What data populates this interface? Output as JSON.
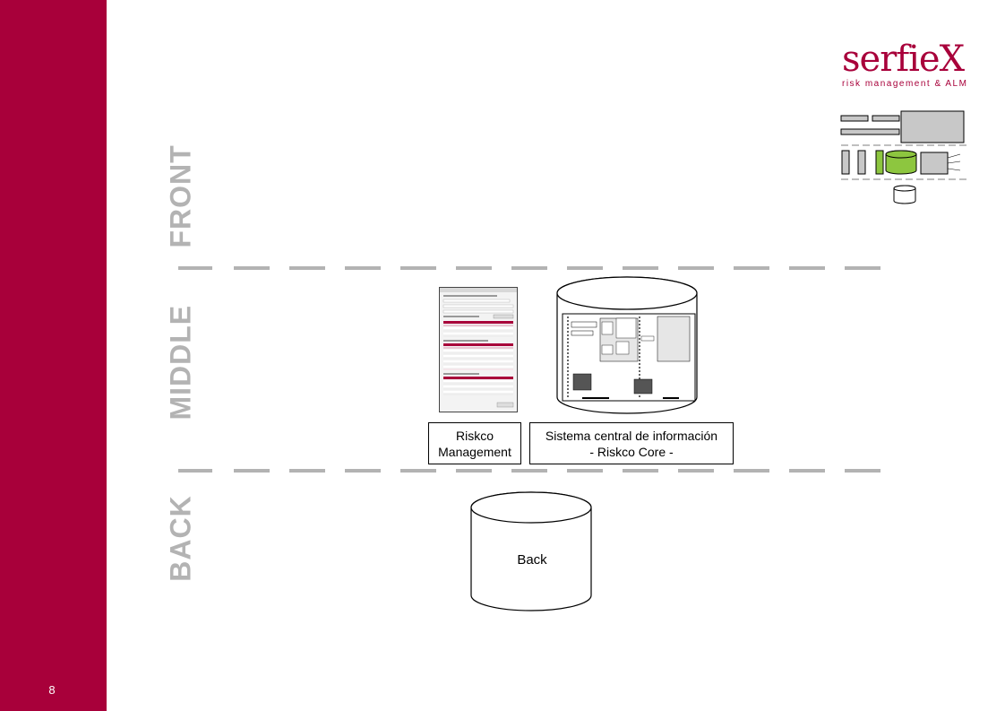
{
  "page": {
    "number": "8"
  },
  "brand": {
    "name": "serfieX",
    "tagline": "risk management & ALM",
    "color": "#a8003a"
  },
  "layers": {
    "front": "FRONT",
    "middle": "MIDDLE",
    "back": "BACK"
  },
  "components": {
    "riskco_management": {
      "line1": "Riskco",
      "line2": "Management"
    },
    "central_system": {
      "line1": "Sistema central de información",
      "line2": "- Riskco Core -"
    },
    "back_db": {
      "label": "Back"
    }
  },
  "colors": {
    "sidebar": "#a8003a",
    "layer_text": "#b3b3b3",
    "dash": "#b3b3b3",
    "thumb_green": "#8dc63f",
    "thumb_gray": "#c8c8c8"
  }
}
